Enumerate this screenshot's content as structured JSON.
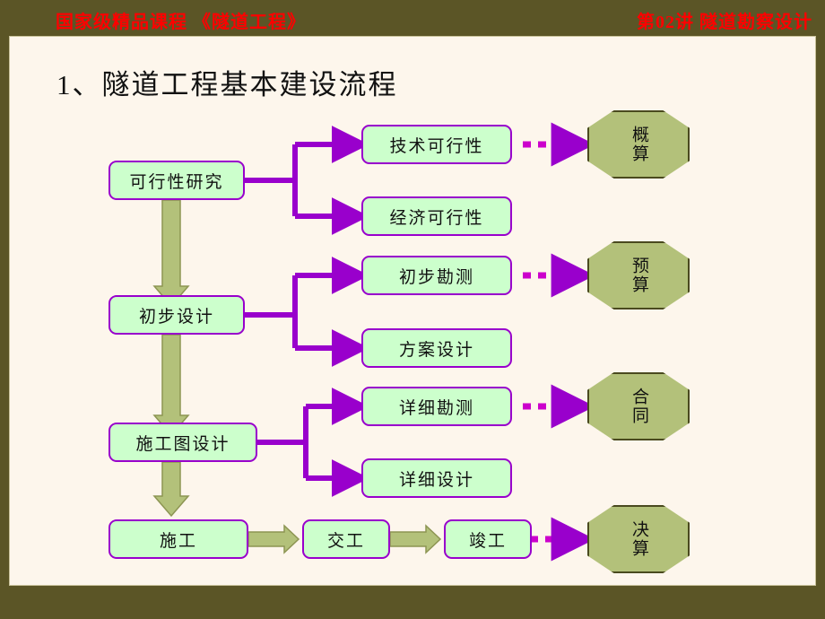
{
  "header": {
    "left_text": "国家级精品课程 《隧道工程》",
    "right_text": "第02讲 隧道勘察设计",
    "text_color": "#ff0000",
    "bar_color": "#5b5526"
  },
  "page": {
    "background": "#fdf6ec",
    "title": "1、隧道工程基本建设流程"
  },
  "flow": {
    "box_fill": "#ccffcc",
    "box_border": "#9900cc",
    "octagon_fill": "#b3c17a",
    "octagon_border": "#4a4a1f",
    "arrow_purple": "#9900cc",
    "arrow_olive": "#a8b06a",
    "stages": [
      {
        "main": "可行性研究",
        "subs": [
          "技术可行性",
          "经济可行性"
        ],
        "result": "概算"
      },
      {
        "main": "初步设计",
        "subs": [
          "初步勘测",
          "方案设计"
        ],
        "result": "预算"
      },
      {
        "main": "施工图设计",
        "subs": [
          "详细勘测",
          "详细设计"
        ],
        "result": "合同"
      }
    ],
    "bottom_row": {
      "steps": [
        "施工",
        "交工",
        "竣工"
      ],
      "result": "决算"
    }
  }
}
